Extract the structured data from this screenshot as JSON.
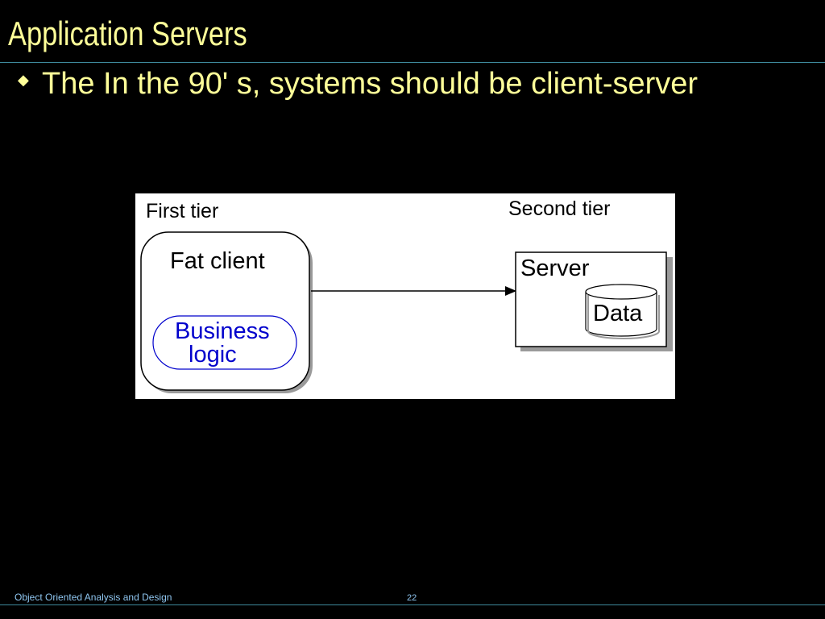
{
  "slide": {
    "title": "Application Servers",
    "bullet_text": "The In the 90' s, systems should be client-server"
  },
  "diagram": {
    "first_tier_label": "First tier",
    "second_tier_label": "Second tier",
    "fat_client_label": "Fat client",
    "business_logic_line1": "Business",
    "business_logic_line2": "logic",
    "server_label": "Server",
    "data_label": "Data"
  },
  "footer": {
    "course_title": "Object Oriented Analysis and Design",
    "page_number": "22"
  },
  "colors": {
    "background": "#000000",
    "title_text": "#ffff99",
    "rule": "#3e8a9c",
    "footer_text": "#8fc6f0",
    "business_logic_text": "#0000cc"
  }
}
